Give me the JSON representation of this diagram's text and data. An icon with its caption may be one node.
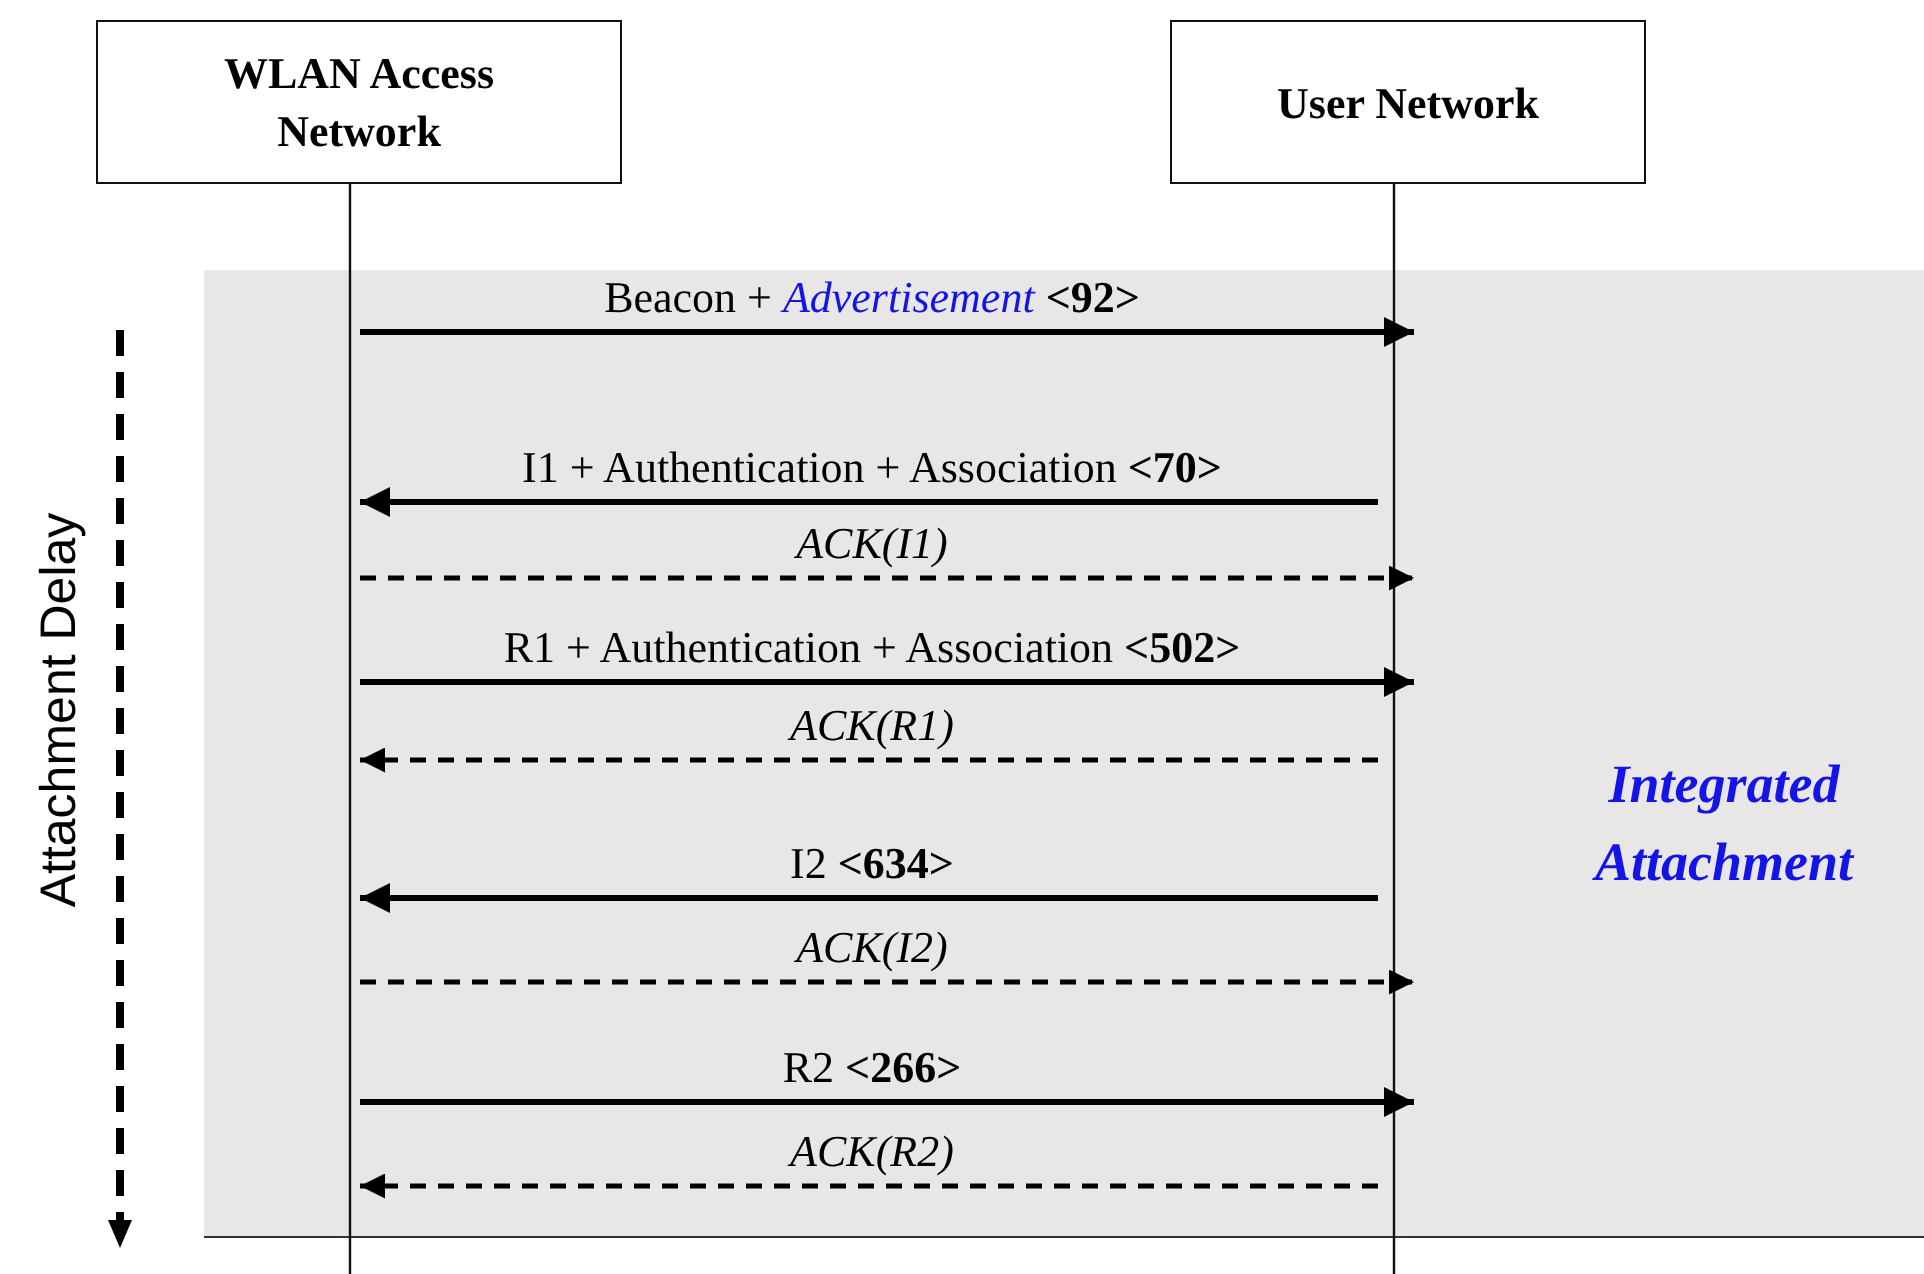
{
  "diagram": {
    "nodes": [
      {
        "text": [
          "WLAN Access Network"
        ]
      },
      {
        "text": [
          "User Network"
        ]
      }
    ],
    "edges": [
      {
        "from": 0,
        "to": 1,
        "arrow": "to",
        "label": "Beacon + *Advertisement* **<92>**"
      },
      {
        "from": 1,
        "to": 0,
        "arrow": "to",
        "label": "I1 + Authentication + Association **<70>**"
      },
      {
        "from": 0,
        "to": 1,
        "arrow": "to",
        "style": "dashed",
        "label": "ACK(I1)"
      },
      {
        "from": 0,
        "to": 1,
        "arrow": "to",
        "label": "R1 + Authentication + Association **<502>**"
      },
      {
        "from": 1,
        "to": 0,
        "arrow": "to",
        "style": "dashed",
        "label": "ACK(R1)"
      },
      {
        "from": 1,
        "to": 0,
        "arrow": "to",
        "label": "I2 **<634>**"
      },
      {
        "from": 0,
        "to": 1,
        "arrow": "to",
        "style": "dashed",
        "label": "ACK(I2)"
      },
      {
        "from": 0,
        "to": 1,
        "arrow": "to",
        "label": "R2 **<266>**"
      },
      {
        "from": 1,
        "to": 0,
        "arrow": "to",
        "style": "dashed",
        "label": "ACK(R2)"
      }
    ],
    "labels": [
      "Attachment Delay",
      "Integrated Attachment"
    ]
  }
}
